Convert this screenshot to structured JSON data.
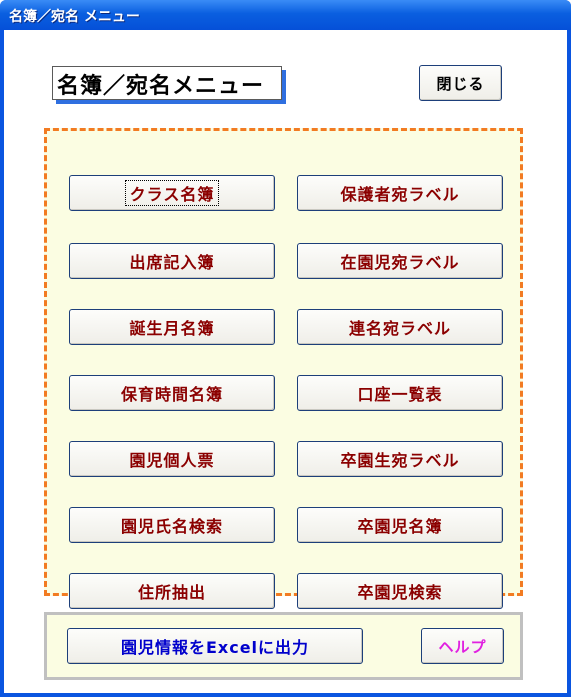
{
  "window": {
    "title": "名簿／宛名 メニュー"
  },
  "header": {
    "title": "名簿／宛名メニュー",
    "close_label": "閉じる"
  },
  "menu": {
    "left": [
      "クラス名簿",
      "出席記入簿",
      "誕生月名簿",
      "保育時間名簿",
      "園児個人票",
      "園児氏名検索",
      "住所抽出"
    ],
    "right": [
      "保護者宛ラベル",
      "在園児宛ラベル",
      "連名宛ラベル",
      "口座一覧表",
      "卒園生宛ラベル",
      "卒園児名簿",
      "卒園児検索"
    ]
  },
  "footer": {
    "excel_label": "園児情報をExcelに出力",
    "help_label": "ヘルプ"
  },
  "colors": {
    "titlebar": "#0a55e0",
    "menu_text": "#8b0000",
    "excel_text": "#0000cc",
    "help_text": "#e020e0",
    "dashed_border": "#f27b22",
    "panel_bg": "#fbfde2"
  }
}
